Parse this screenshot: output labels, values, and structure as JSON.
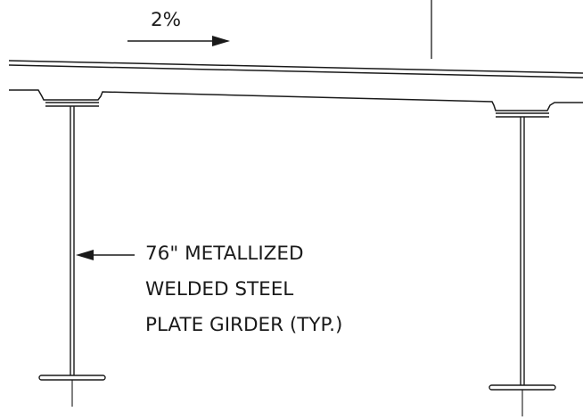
{
  "slope": {
    "value": "2%",
    "direction": "right"
  },
  "callout": {
    "lines": [
      "76\" METALLIZED",
      "WELDED STEEL",
      "PLATE GIRDER (TYP.)"
    ]
  },
  "colors": {
    "background": "#ffffff",
    "linework": "#1a1a1a"
  }
}
